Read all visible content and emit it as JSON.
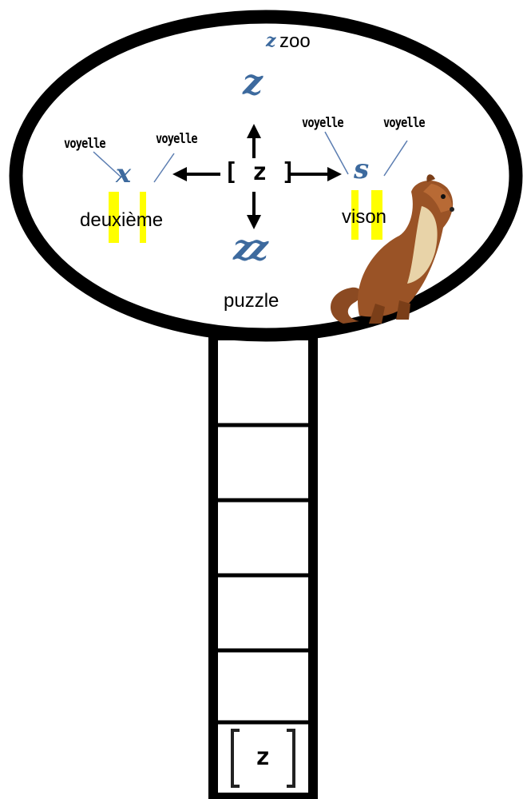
{
  "center_phoneme": "[ z ]",
  "bottom_phoneme": "[ z ]",
  "vowel_label": "voyelle",
  "words": {
    "top": "zoo",
    "left": "deuxième",
    "right": "vison",
    "bottom": "puzzle"
  },
  "graphemes": {
    "top": "z",
    "left": "x",
    "right": "s",
    "bottom": "zz"
  },
  "colors": {
    "outline": "#000000",
    "grapheme": "#3d6a9e",
    "highlight": "#ffff00",
    "vowel_line": "#5b7db1"
  },
  "ladder_steps": 6,
  "mascot": "weasel-illustration"
}
